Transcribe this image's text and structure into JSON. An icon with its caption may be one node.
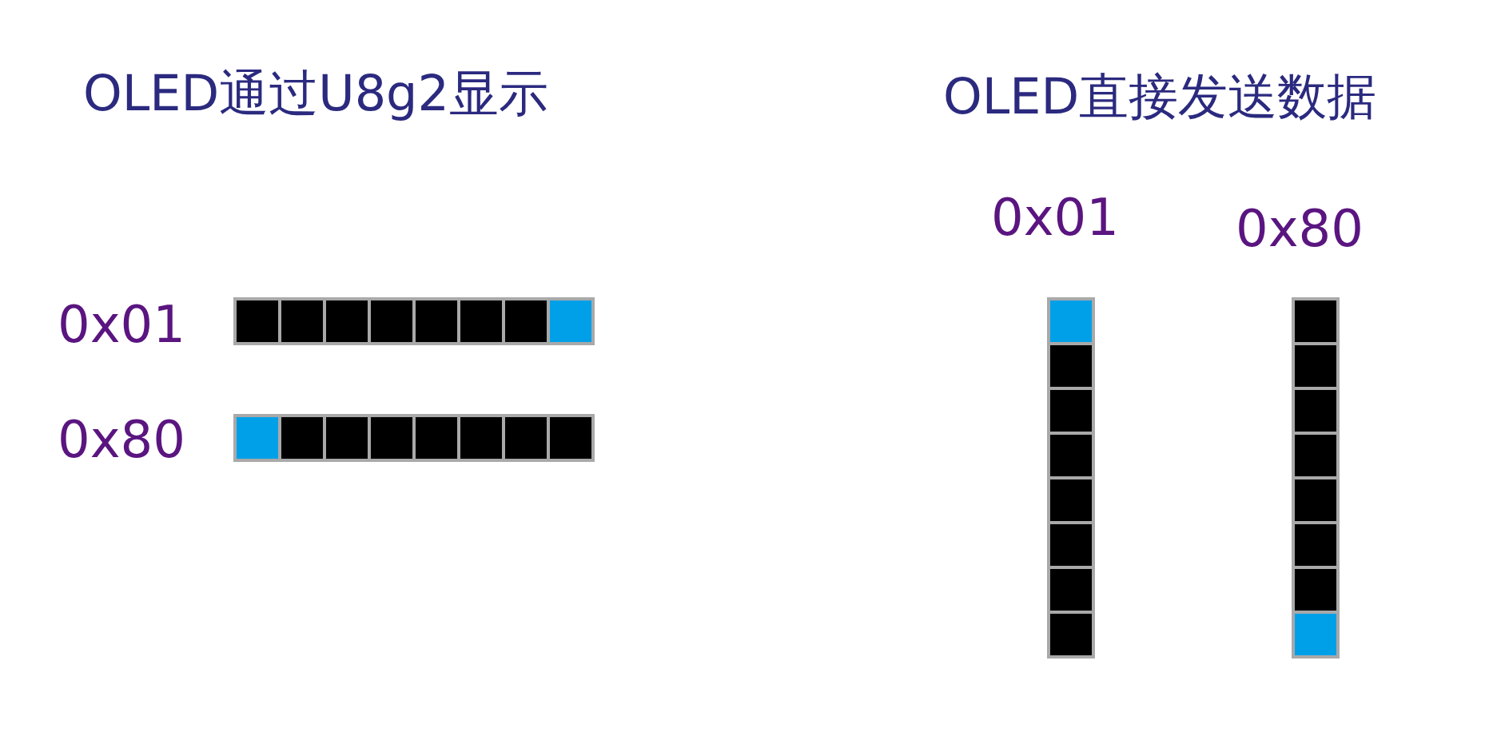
{
  "diagram": {
    "labels": [
      "OLED通过U8g2显示",
      "0x01",
      "0x80",
      "OLED直接发送数据",
      "0x01",
      "0x80"
    ]
  }
}
